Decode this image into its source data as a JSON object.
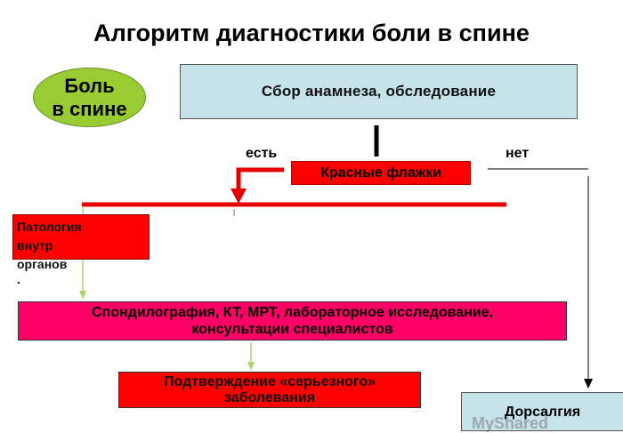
{
  "title": "Алгоритм диагностики боли в спине",
  "nodes": {
    "back_pain": [
      "Боль",
      "в спине"
    ],
    "anamnesis": "Сбор анамнеза, обследование",
    "red_flags": "Красные флажки",
    "internal_pathology": [
      "Патология",
      "внутр",
      "органов",
      "."
    ],
    "imaging": [
      "Спондилография, КТ, МРТ, лабораторное исследование,",
      "консультации специалистов"
    ],
    "confirmation": [
      "Подтверждение «серьезного»",
      "заболевания"
    ],
    "dorsalgia": "Дорсалгия"
  },
  "edge_labels": {
    "yes": "есть",
    "no": "нет"
  },
  "watermark": "MyShared",
  "colors": {
    "oval": "#99cc33",
    "blue_box": "#c6e3ea",
    "red": "#ff0000",
    "magenta": "#ff0066",
    "green_arrow": "#a6d86a"
  }
}
